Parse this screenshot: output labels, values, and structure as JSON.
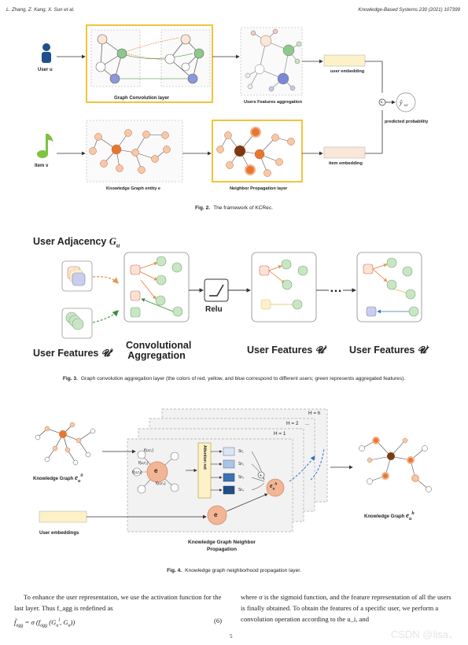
{
  "header": {
    "authors": "L. Zhang, Z. Kang, X. Sun et al.",
    "journal": "Knowledge-Based Systems 230 (2021) 107399"
  },
  "fig2": {
    "user_label": "User u",
    "item_label": "Item v",
    "gcl_label": "Graph Convolution layer",
    "ufa_label": "Users Features aggregation",
    "user_embedding": "user embedding",
    "item_embedding": "item embedding",
    "predicted_label": "predicted probability",
    "kge_label": "Knowledge Graph entity e",
    "npl_label": "Neighbor Propagation layer",
    "caption_num": "Fig. 2.",
    "caption_text": "The framework of KCRec."
  },
  "fig3": {
    "user_adjacency": "User Adjacency",
    "relu": "Relu",
    "dots": "…",
    "user_features_0": "User Features",
    "conv_agg": "Convolutional Aggregation",
    "user_features_1": "User Features",
    "user_features_l": "User Features",
    "caption_num": "Fig. 3.",
    "caption_text": "Graph convolution aggregation layer (the colors of red, yellow, and blue correspond to different users; green represents aggregated features)."
  },
  "fig4": {
    "h_h": "H = h",
    "h_2": "H = 2",
    "h_1": "H = 1",
    "dots": "...",
    "kg_left": "Knowledge Graph",
    "user_embeddings": "User embeddings",
    "attention_net": "Attention net",
    "f1": "f(u,r₁)",
    "f2": "f(u,r₂)",
    "f3": "f(u,r₃)",
    "f4": "f(u,r₄)",
    "sr1": "Sr₁",
    "sr2": "Sr₂",
    "sr3": "Sr₃",
    "sr4": "Sr₄",
    "e_node": "e",
    "kgnp_label": "Knowledge Graph Neighbor Propagation",
    "kg_right": "Knowledge Graph",
    "caption_num": "Fig. 4.",
    "caption_text": "Knowledge graph neighborhood propagation layer."
  },
  "text": {
    "left_para": "To enhance the user representation, we use the activation function for the last layer. Thus f_agg is redefined as",
    "equation_number": "(6)",
    "right_para": "where σ is the sigmoid function, and the feature representation of all the users is finally obtained. To obtain the features of a specific user, we perform a convolution operation according to the u_i, and",
    "page_number": "5"
  },
  "watermark": "CSDN @lisa、",
  "colors": {
    "orange": "#e8772e",
    "light_orange": "#f6c9a6",
    "green": "#8dc98a",
    "blue": "#8090d8",
    "yellow_frame": "#f0c43b",
    "user_icon": "#1e4f8f",
    "music_icon": "#7fc241"
  }
}
